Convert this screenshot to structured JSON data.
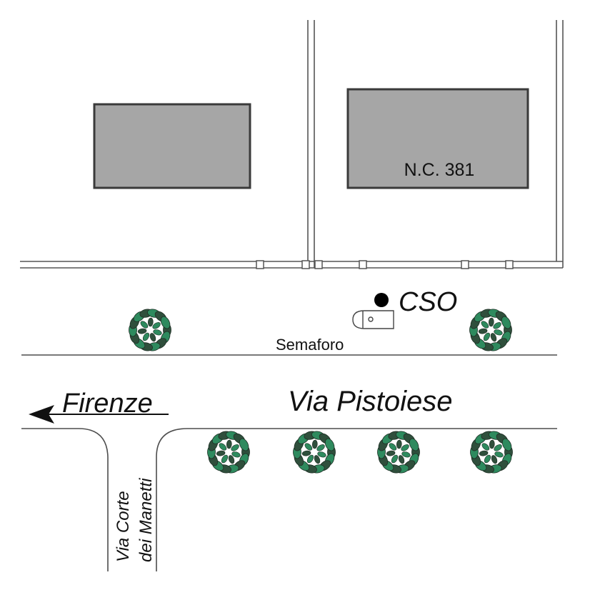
{
  "labels": {
    "building_east": "N.C. 381",
    "cso": "CSO",
    "traffic_light": "Semaforo",
    "direction": "Firenze",
    "main_road": "Via Pistoiese",
    "side_road_line1": "Via Corte",
    "side_road_line2": "dei Manetti"
  },
  "colors": {
    "building_fill": "#a6a6a6",
    "building_stroke": "#3a3a3a",
    "line": "#4d4d4d",
    "tree_dark": "#2f4f3c",
    "tree_green": "#2e8a5e",
    "cso_marker": "#000000"
  },
  "icons": {
    "cso_marker": "filled-circle-icon",
    "traffic_light": "traffic-light-icon",
    "tree": "tree-icon",
    "direction_arrow": "arrow-left-icon"
  }
}
